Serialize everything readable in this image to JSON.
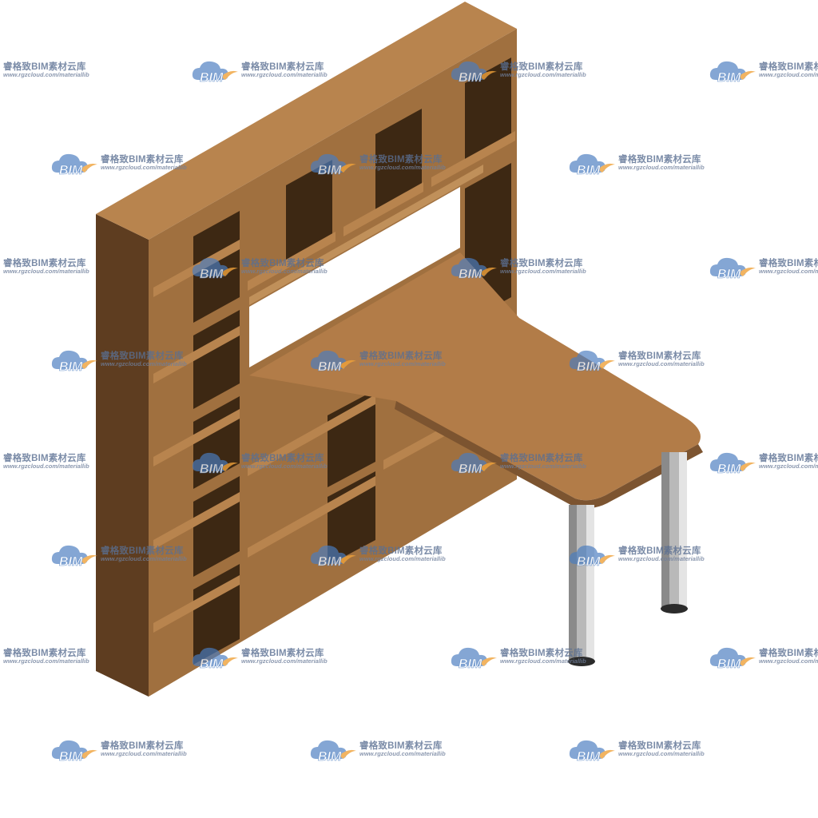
{
  "scene": {
    "subject": "bookshelf-desk",
    "colors": {
      "background": "#ffffff",
      "wood_front": "#a0703f",
      "wood_top": "#b8844e",
      "wood_side": "#6a4425",
      "cavity": "#3d2813",
      "desk_top": "#b27c48",
      "desk_edge": "#7c5430",
      "leg_light": "#e2e2e2",
      "leg_dark": "#7d7d7d"
    }
  },
  "watermark": {
    "logo_text": "BIM",
    "title": "睿格致BIM素材云库",
    "url": "www.rgzcloud.com/materiallib",
    "colors": {
      "cloud": "#4a7cc0",
      "swoosh": "#f0a23a",
      "text": "#5a6f92"
    },
    "icon": "cloud-logo-icon"
  }
}
